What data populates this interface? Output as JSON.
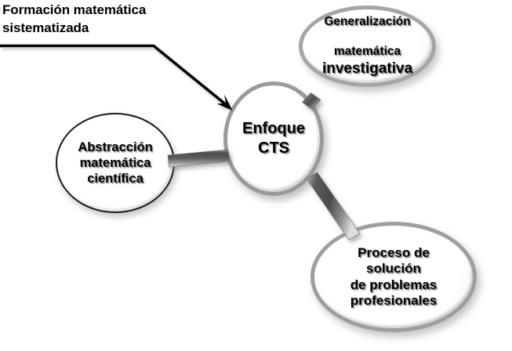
{
  "diagram": {
    "title": "Formación matemática\nsistematizada",
    "center_node": {
      "id": "enfoque-cts",
      "label": "Enfoque\nCTS"
    },
    "nodes": [
      {
        "id": "generalizacion-matematica-investigativa",
        "line1": "Generalización",
        "line2": "matemática",
        "line3": "investigativa"
      },
      {
        "id": "abstraccion-matematica-cientifica",
        "label": "Abstracción\nmatemática\ncientífica"
      },
      {
        "id": "proceso-solucion-problemas-profesionales",
        "label": "Proceso de\nsolución\nde problemas\nprofesionales"
      }
    ],
    "connectors": [
      {
        "id": "center-to-top-right",
        "from": "enfoque-cts",
        "to": "generalizacion-matematica-investigativa"
      },
      {
        "id": "center-to-left",
        "from": "abstraccion-matematica-cientifica",
        "to": "enfoque-cts"
      },
      {
        "id": "center-to-bottom-right",
        "from": "enfoque-cts",
        "to": "proceso-solucion-problemas-profesionales"
      }
    ],
    "arrow": {
      "id": "title-to-center-arrow",
      "from": "Formación matemática sistematizada",
      "to": "Enfoque CTS"
    },
    "colors": {
      "background": "#ffffff",
      "text": "#000000",
      "node_fill": "#ffffff",
      "node_border_gray": "#9e9e9e",
      "node_border_dark": "#1a1a1a",
      "connector_dark": "#4a4a4a",
      "connector_light": "#d8d8d8",
      "arrow": "#000000"
    }
  }
}
